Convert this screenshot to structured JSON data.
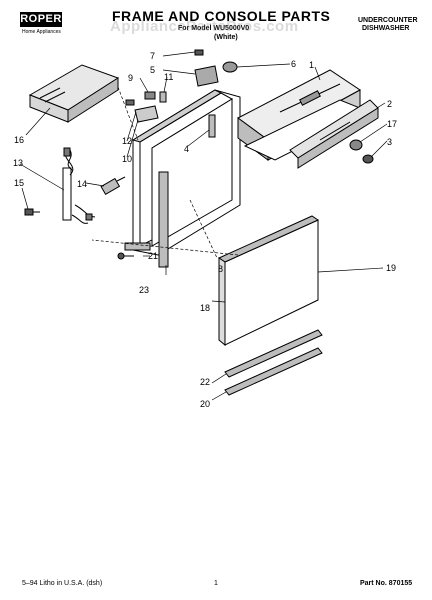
{
  "header": {
    "brand": "ROPER",
    "brand_sub": "Home Appliances",
    "title": "FRAME AND CONSOLE PARTS",
    "model": "For Model WU5000V0",
    "variant": "(White)",
    "product_line1": "UNDERCOUNTER",
    "product_line2": "DISHWASHER"
  },
  "watermark": "AppliancePartsPros.com",
  "callouts": [
    "1",
    "2",
    "3",
    "4",
    "5",
    "6",
    "7",
    "8",
    "9",
    "10",
    "11",
    "12",
    "13",
    "14",
    "15",
    "16",
    "17",
    "18",
    "19",
    "20",
    "21",
    "22",
    "23"
  ],
  "footer": {
    "left": "5–94 Litho in U.S.A. (dsh)",
    "page": "1",
    "part_no": "Part No. 870155"
  },
  "colors": {
    "ink": "#000000",
    "shade": "#bdbdbd",
    "watermark": "#969696"
  }
}
